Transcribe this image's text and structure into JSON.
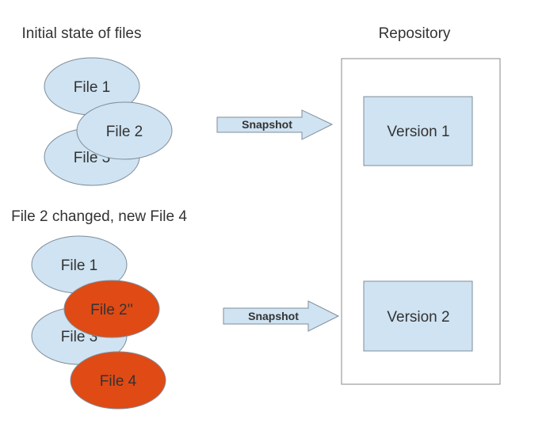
{
  "colors": {
    "file_unchanged": "#cfe3f2",
    "file_changed": "#e04a14",
    "file_stroke": "#7f8c99",
    "version_fill": "#cfe3f2",
    "arrow_fill": "#cfe3f2",
    "repository_stroke": "#888888"
  },
  "initial": {
    "heading": "Initial state of files",
    "files": [
      "File 1",
      "File 2",
      "File 3"
    ],
    "arrow_label": "Snapshot"
  },
  "changed": {
    "heading": "File 2 changed, new File 4",
    "files": [
      "File 1",
      "File 2''",
      "File 3",
      "File 4"
    ],
    "arrow_label": "Snapshot"
  },
  "repository": {
    "title": "Repository",
    "versions": [
      "Version 1",
      "Version 2"
    ]
  }
}
